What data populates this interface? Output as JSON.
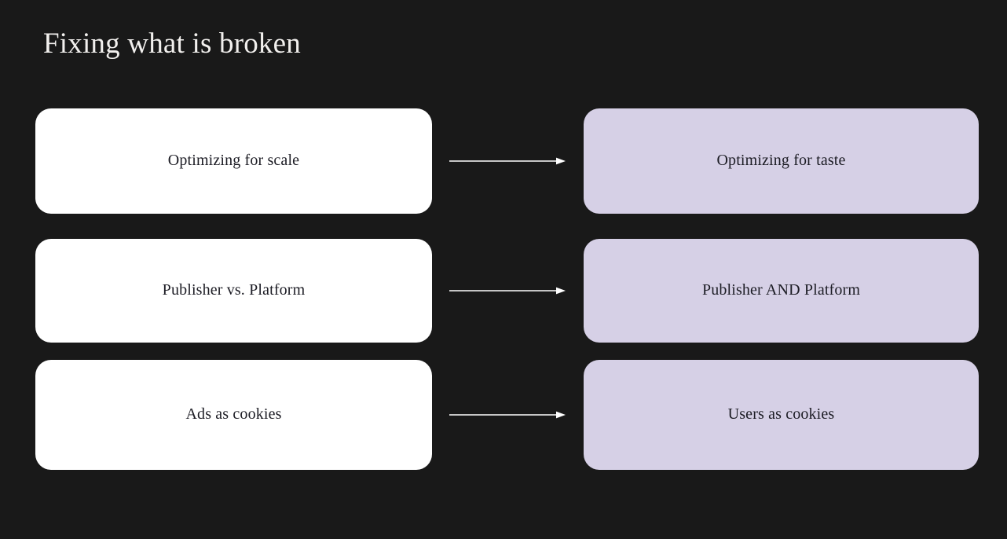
{
  "slide": {
    "title": "Fixing what is broken",
    "background_color": "#191919",
    "title_color": "#f2f0ee"
  },
  "theme": {
    "left_card_color": "#ffffff",
    "right_card_color": "#d6d0e6",
    "card_text_color": "#1c1c24",
    "arrow_color": "#ffffff"
  },
  "rows": [
    {
      "before": "Optimizing for scale",
      "after": "Optimizing for taste",
      "connector": "arrow-right-icon"
    },
    {
      "before": "Publisher vs. Platform",
      "after": "Publisher AND Platform",
      "connector": "arrow-right-icon"
    },
    {
      "before": "Ads as cookies",
      "after": "Users as cookies",
      "connector": "arrow-right-icon"
    }
  ]
}
